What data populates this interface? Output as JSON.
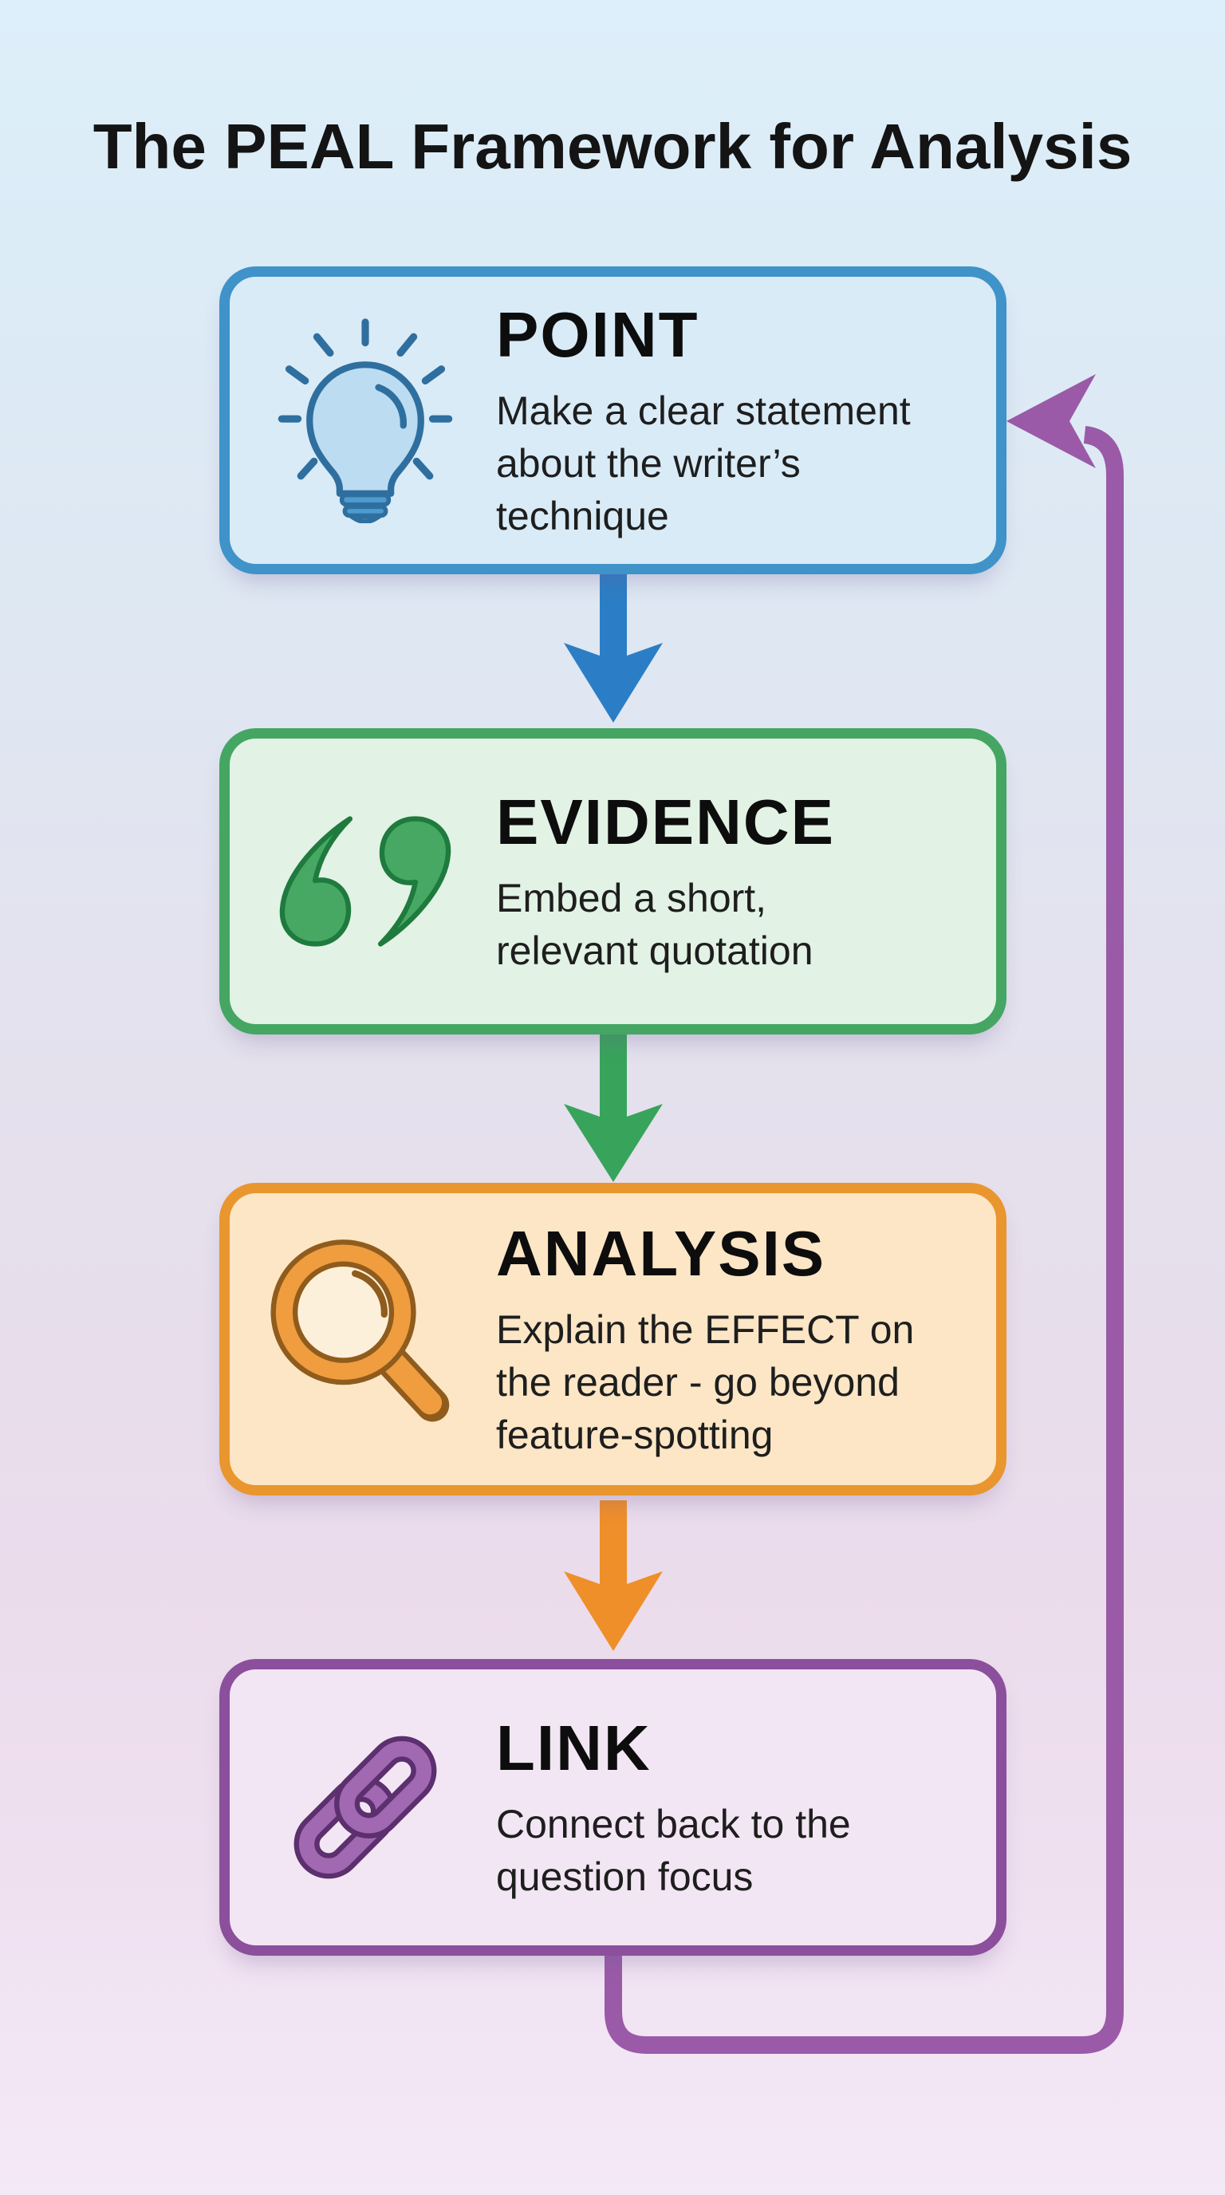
{
  "title": "The PEAL Framework for Analysis",
  "steps": [
    {
      "label": "POINT",
      "lines": [
        "Make a clear statement",
        "about the writer’s",
        "technique"
      ],
      "icon": "lightbulb-icon",
      "fill": "#d9ebf7",
      "border": "#3f93c9",
      "arrow_to_next": "#2b7ec5"
    },
    {
      "label": "EVIDENCE",
      "lines": [
        "Embed a short,",
        "relevant quotation"
      ],
      "icon": "quotation-marks-icon",
      "fill": "#e2f2e4",
      "border": "#44a662",
      "arrow_to_next": "#38a45b"
    },
    {
      "label": "ANALYSIS",
      "lines": [
        "Explain the EFFECT on",
        "the reader - go beyond",
        "feature-spotting"
      ],
      "icon": "magnifier-icon",
      "fill": "#fce6c5",
      "border": "#e9962f",
      "arrow_to_next": "#ef8f2a"
    },
    {
      "label": "LINK",
      "lines": [
        "Connect back to the",
        "question focus"
      ],
      "icon": "chain-link-icon",
      "fill": "#f3e6f4",
      "border": "#8b4f9c"
    }
  ],
  "loop_arrow": {
    "from": "LINK",
    "to": "POINT",
    "color": "#9a5aa8"
  }
}
